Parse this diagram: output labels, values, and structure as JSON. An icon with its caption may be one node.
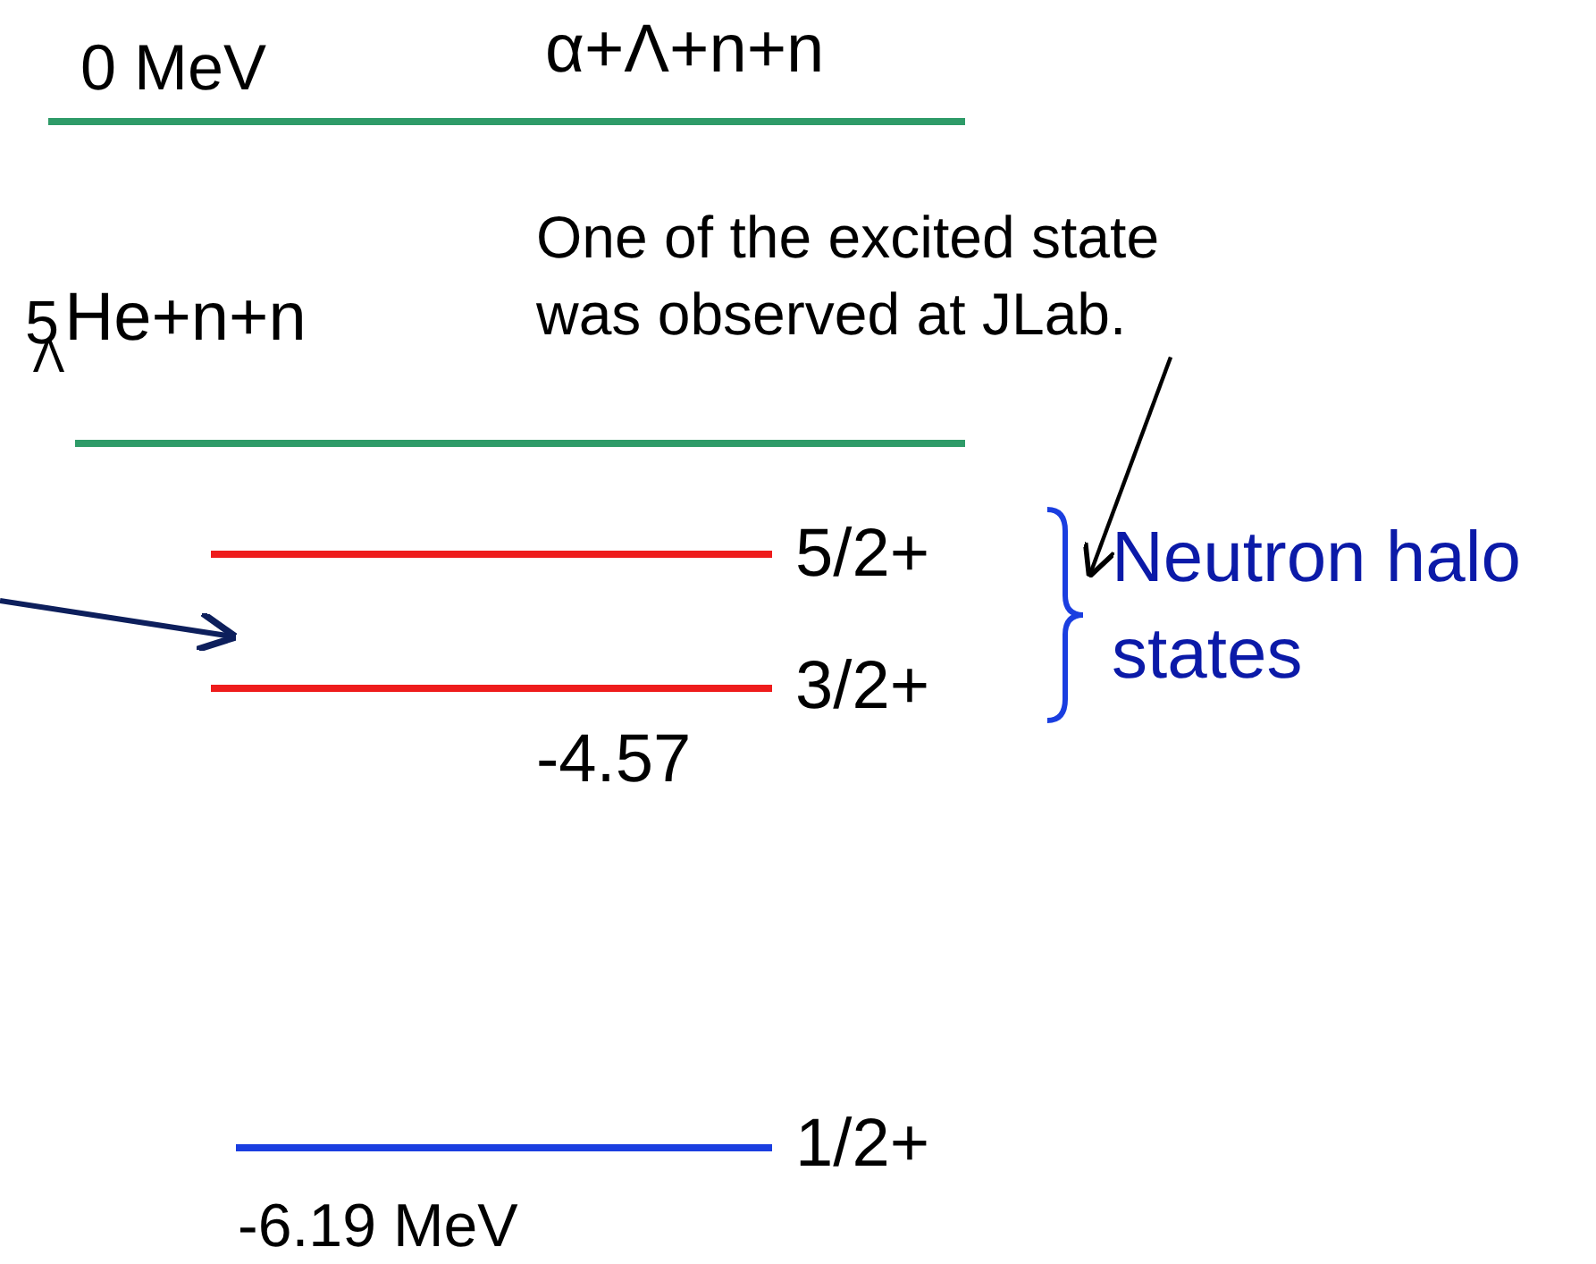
{
  "diagram": {
    "nodes": [
      {
        "text": [
          "One of the excited state was observed at JLab."
        ]
      },
      {
        "text": [],
        "shape": "bracket",
        "beside": [
          "Neutron halo states"
        ]
      }
    ],
    "edges": [
      {
        "from": 0,
        "to": 1,
        "arrow": "to"
      }
    ],
    "labels": [
      "0 MeV",
      "α+Λ+n+n",
      "$^{5}$$_{Λ}$He+n+n",
      "5/2+",
      "3/2+",
      "-4.57",
      "1/2+",
      "-6.19 MeV"
    ]
  }
}
